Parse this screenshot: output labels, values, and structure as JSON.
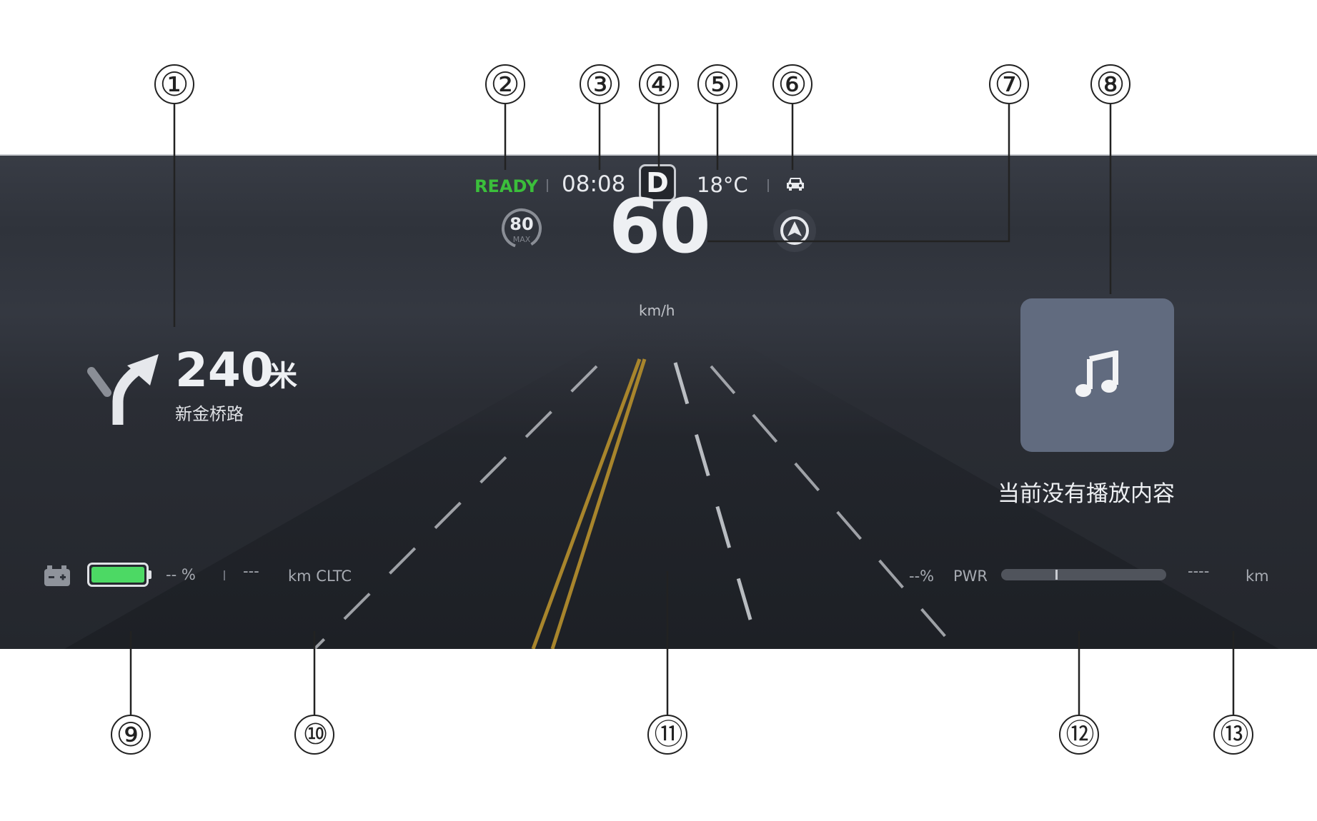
{
  "callouts": [
    "①",
    "②",
    "③",
    "④",
    "⑤",
    "⑥",
    "⑦",
    "⑧",
    "⑨",
    "⑩",
    "⑪",
    "⑫",
    "⑬"
  ],
  "status": {
    "ready": "READY",
    "time": "08:08",
    "gear": "D",
    "temperature": "18°C",
    "car_icon": "car-icon"
  },
  "speed": {
    "value": "60",
    "unit": "km/h",
    "limit": "80",
    "limit_caption": "MAX",
    "autopilot_icon": "steering-assist-icon"
  },
  "navigation": {
    "distance": "240",
    "distance_unit": "米",
    "road": "新金桥路",
    "turn_icon": "fork-right-turn-icon"
  },
  "media": {
    "icon": "music-note-icon",
    "empty_text": "当前没有播放内容"
  },
  "battery": {
    "icon": "battery-warning-icon",
    "percent_placeholder": "-- %",
    "range_placeholder": "---",
    "range_unit": "km CLTC",
    "fill_color": "#4cd964"
  },
  "power": {
    "percent_placeholder": "--%",
    "label": "PWR",
    "range_placeholder": "----",
    "range_unit": "km"
  },
  "colors": {
    "ready_green": "#3bbf3b",
    "lane_yellow": "#a8852c"
  }
}
